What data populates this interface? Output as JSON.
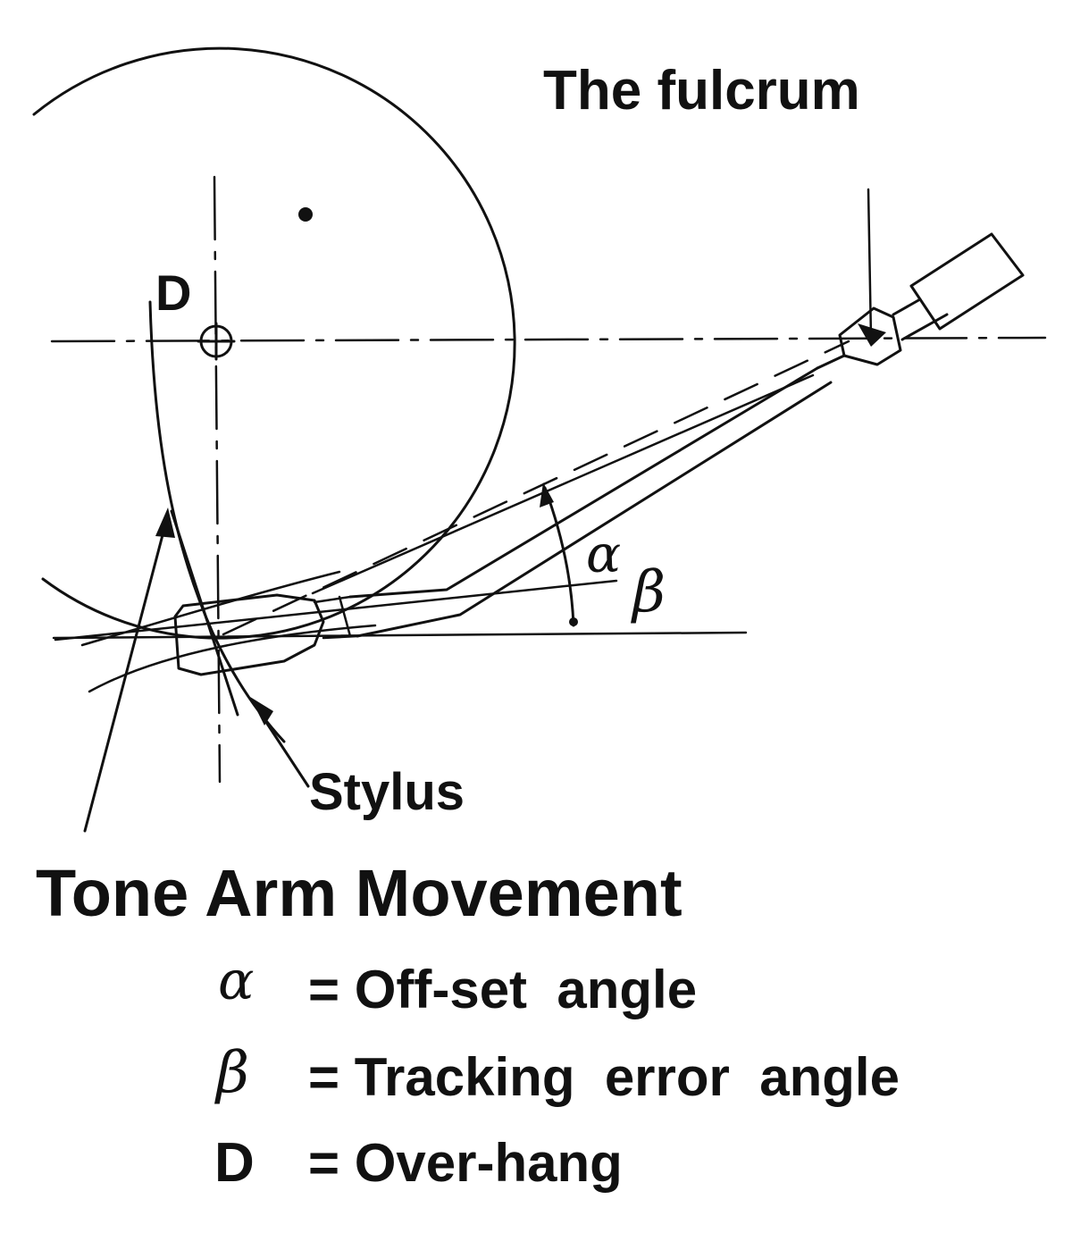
{
  "labels": {
    "fulcrum": "The fulcrum",
    "overhang_marker": "D",
    "alpha_marker": "α",
    "beta_marker": "β",
    "stylus": "Stylus",
    "title": "Tone Arm Movement"
  },
  "legend": [
    {
      "symbol": "α",
      "text": "= Off-set  angle"
    },
    {
      "symbol": "β",
      "text": "= Tracking  error  angle"
    },
    {
      "symbol": "D",
      "text": "= Over-hang"
    }
  ]
}
